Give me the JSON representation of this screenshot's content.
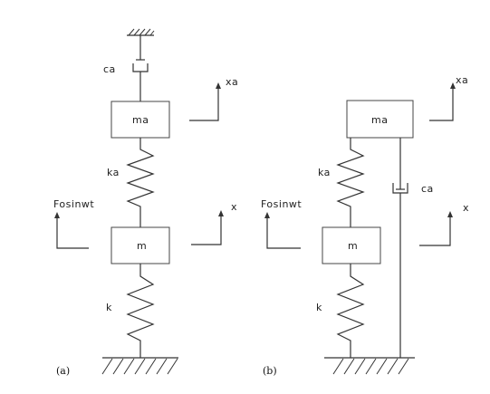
{
  "diagram_a": {
    "caption": "(a)",
    "upper_damper_label": "ca",
    "upper_mass_label": "ma",
    "upper_disp_label": "xa",
    "upper_spring_label": "ka",
    "force_label": "Fosinwt",
    "lower_mass_label": "m",
    "lower_disp_label": "x",
    "lower_spring_label": "k"
  },
  "diagram_b": {
    "caption": "(b)",
    "upper_mass_label": "ma",
    "upper_disp_label": "xa",
    "upper_spring_label": "ka",
    "damper_label": "ca",
    "force_label": "Fosinwt",
    "lower_mass_label": "m",
    "lower_disp_label": "x",
    "lower_spring_label": "k"
  }
}
